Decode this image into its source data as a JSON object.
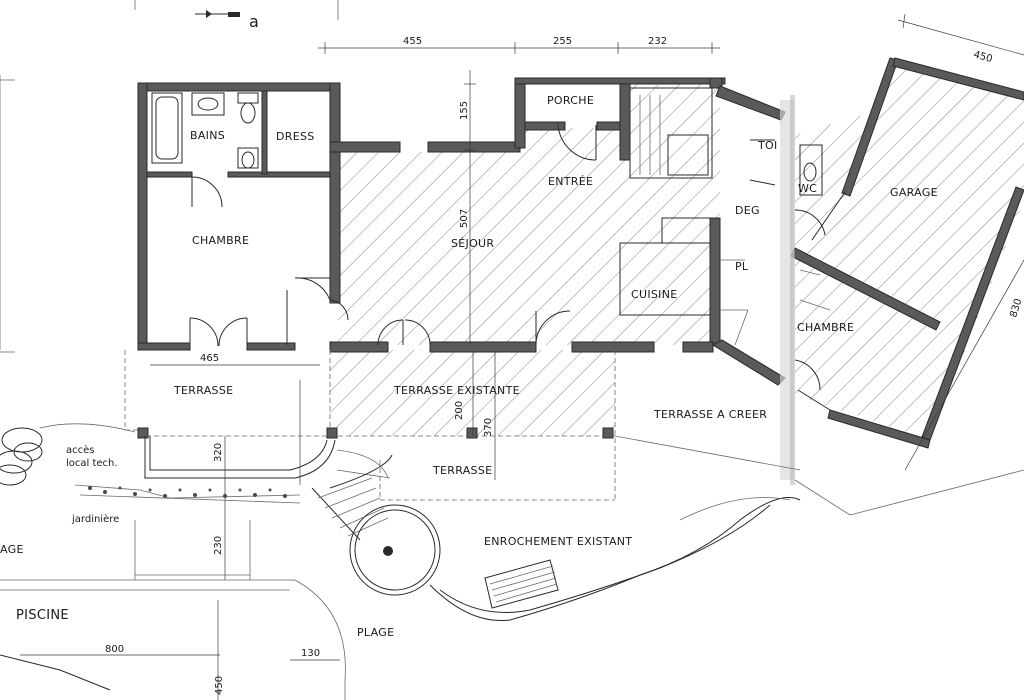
{
  "rooms": {
    "bains": "BAINS",
    "dress": "DRESS",
    "chambre": "CHAMBRE",
    "porche": "PORCHE",
    "entree": "ENTRÉE",
    "sejour": "SÉJOUR",
    "cuisine": "CUISINE",
    "wc": "WC",
    "garage": "GARAGE",
    "chambre2": "CHAMBRE",
    "terrasse": "TERRASSE",
    "terrasse_existante": "TERRASSE EXISTANTE",
    "terrasse_a_creer": "TERRASSE A CREER",
    "terrasse_lower": "TERRASSE",
    "enrochement": "ENROCHEMENT EXISTANT",
    "piscine": "PISCINE",
    "plage": "PLAGE",
    "plage_left": "AGE",
    "acces_1": "accès",
    "acces_2": "local tech.",
    "jardiniere": "jardinière",
    "toi": "TOI",
    "deg": "DEG",
    "pl": "PL"
  },
  "dimensions": {
    "top_455": "455",
    "top_255": "255",
    "top_232": "232",
    "right_450": "450",
    "right_830": "830",
    "v_155": "155",
    "v_507": "507",
    "h_465": "465",
    "v_200": "200",
    "v_370": "370",
    "v_320": "320",
    "v_230": "230",
    "h_800": "800",
    "h_130": "130",
    "v_450": "450"
  },
  "section_marker": "a",
  "colors": {
    "wall": "#5a5a5a",
    "line": "#2a2a2a",
    "hatch": "#7a7a7a",
    "paper": "#ffffff"
  }
}
